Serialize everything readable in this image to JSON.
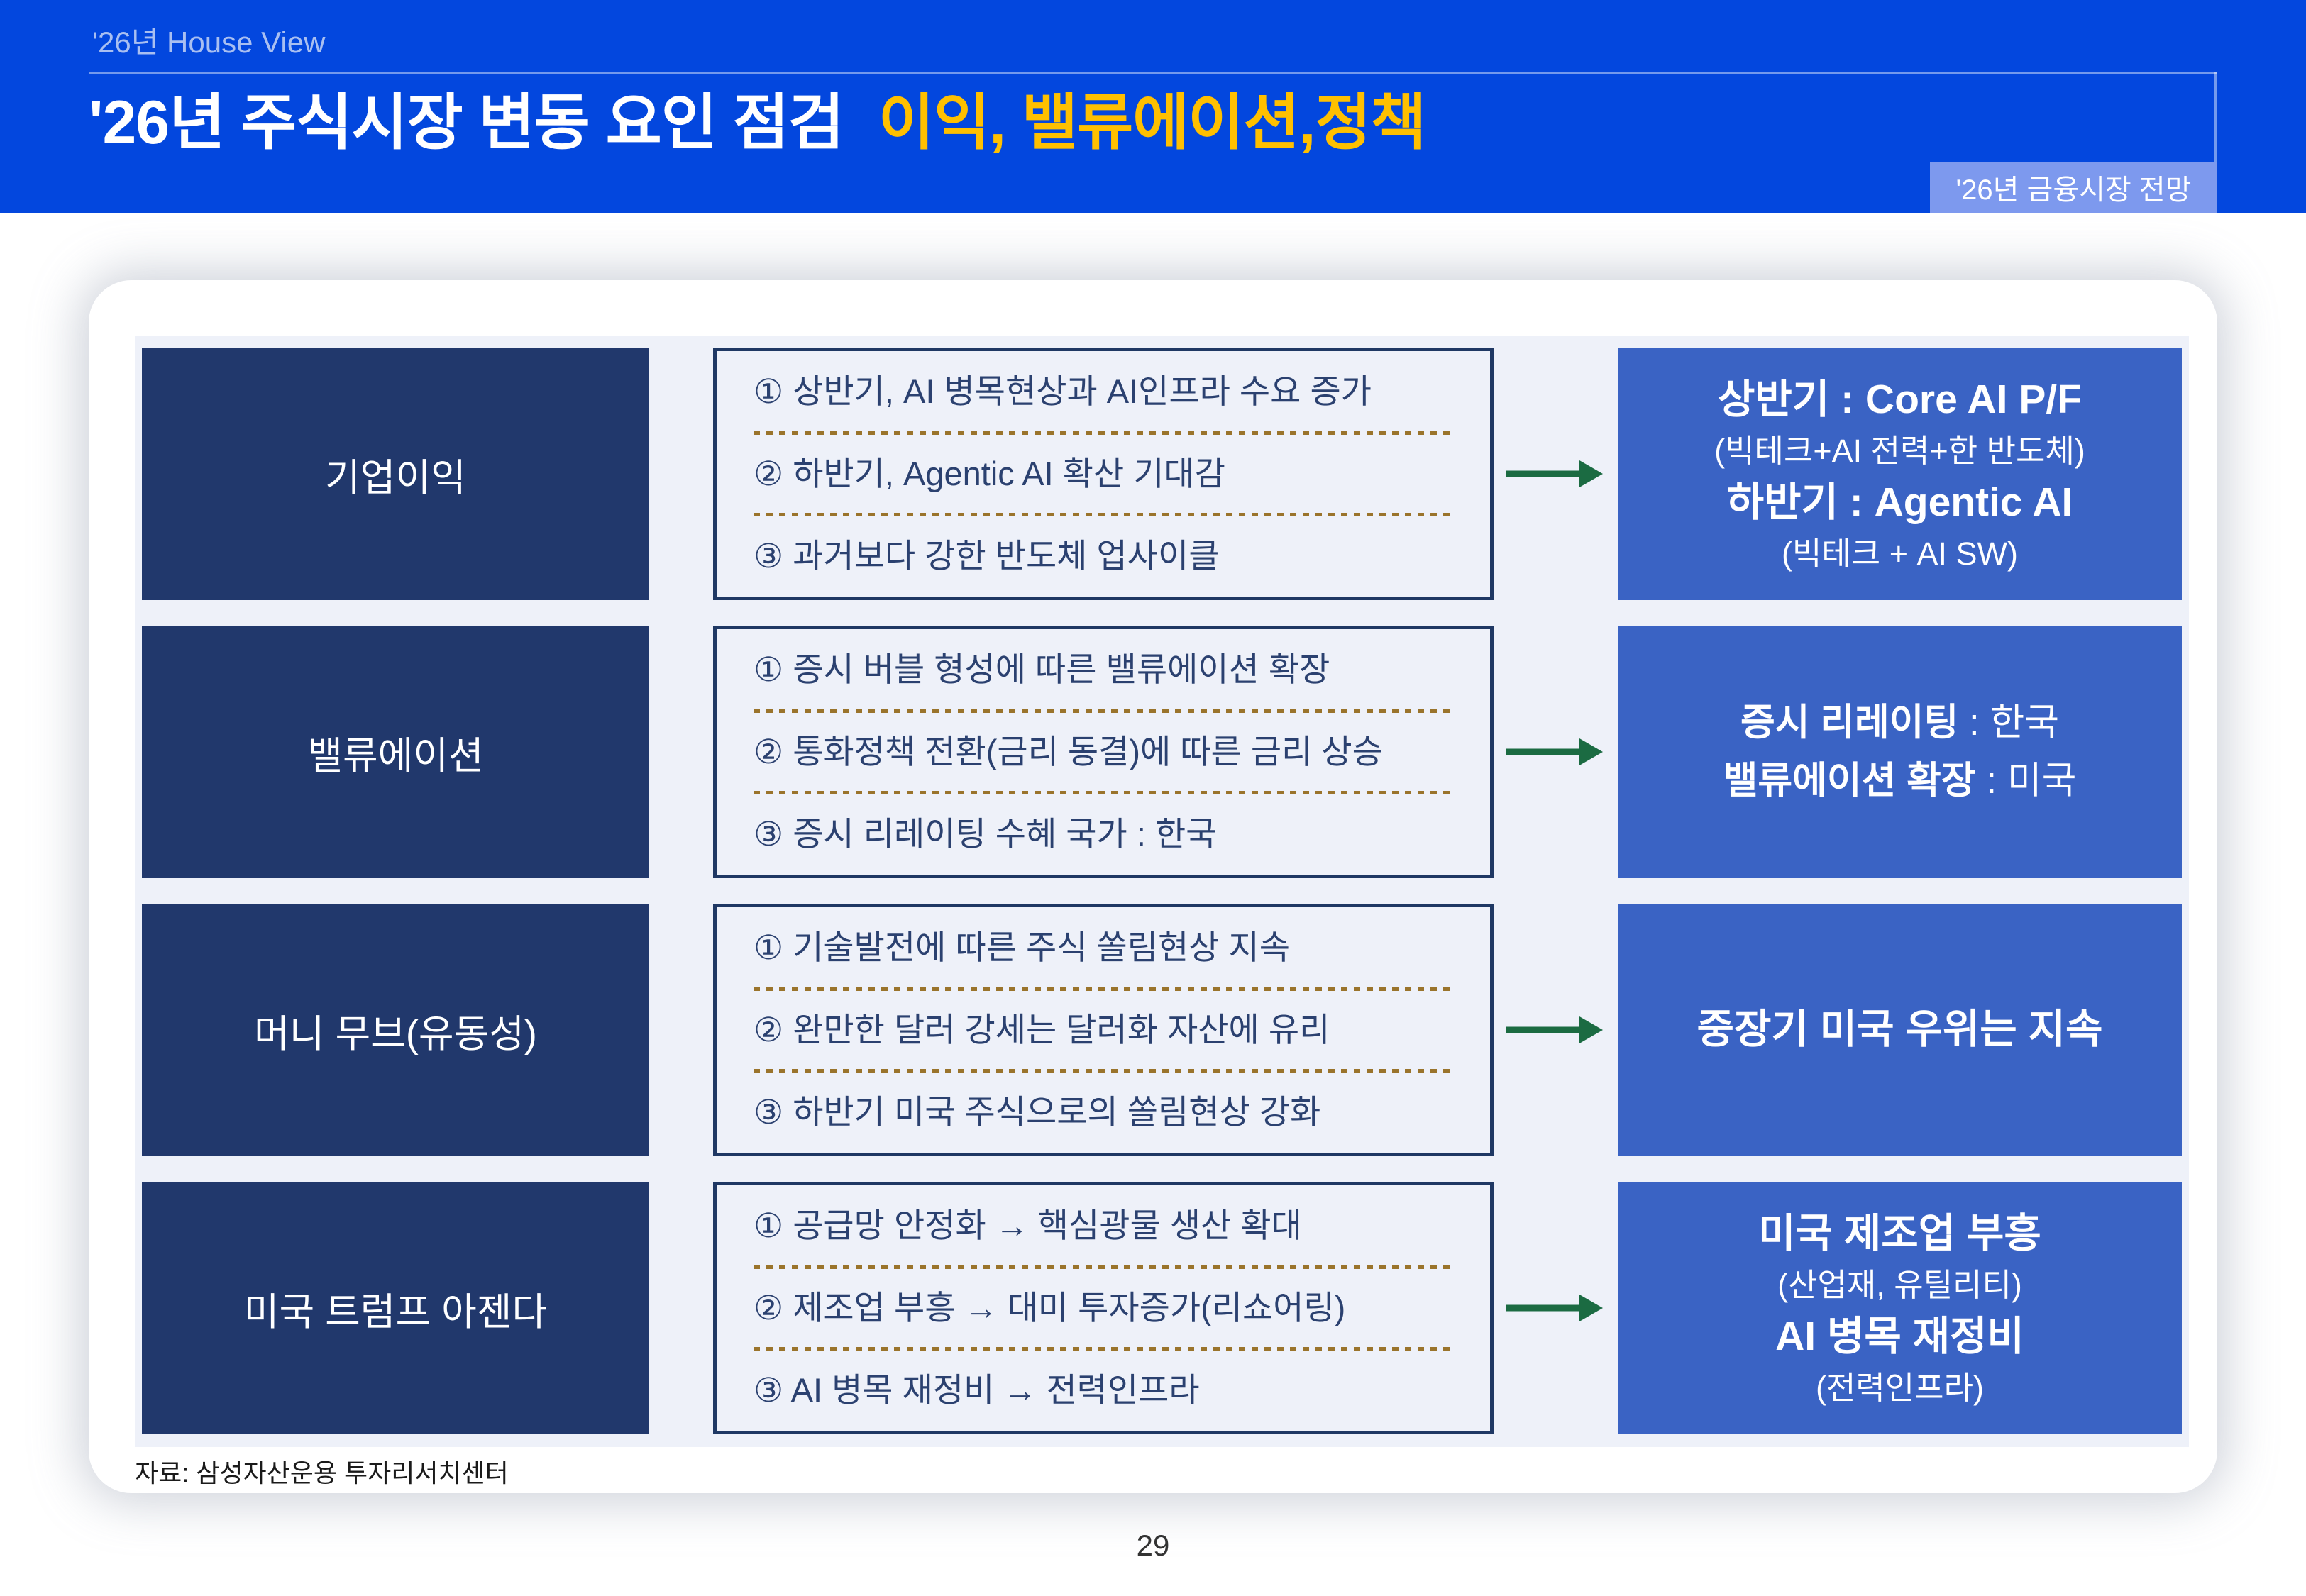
{
  "header": {
    "eyebrow": "'26년 House View",
    "title": "'26년 주식시장 변동 요인 점검",
    "title_accent": "이익, 밸류에이션,정책",
    "badge": "'26년 금융시장 전망"
  },
  "rows": [
    {
      "label": "기업이익",
      "items": [
        "① 상반기, AI 병목현상과 AI인프라 수요 증가",
        "② 하반기, Agentic AI 확산 기대감",
        "③ 과거보다 강한 반도체 업사이클"
      ],
      "result": {
        "line1": "상반기 : Core AI P/F",
        "line2": "(빅테크+AI 전력+한 반도체)",
        "line3": "하반기 : Agentic AI",
        "line4": "(빅테크 + AI SW)"
      }
    },
    {
      "label": "밸류에이션",
      "items": [
        "① 증시 버블 형성에 따른 밸류에이션 확장",
        "② 통화정책 전환(금리 동결)에 따른 금리 상승",
        "③ 증시 리레이팅 수혜 국가 : 한국"
      ],
      "result": {
        "line1_strong": "증시 리레이팅",
        "line1_rest": " : 한국",
        "line2_strong": "밸류에이션 확장",
        "line2_rest": " : 미국"
      }
    },
    {
      "label": "머니 무브(유동성)",
      "items": [
        "① 기술발전에 따른 주식 쏠림현상 지속",
        "② 완만한 달러 강세는 달러화 자산에 유리",
        "③ 하반기 미국 주식으로의 쏠림현상 강화"
      ],
      "result": {
        "line1": "중장기 미국 우위는 지속"
      }
    },
    {
      "label": "미국 트럼프 아젠다",
      "items": [
        "① 공급망 안정화 → 핵심광물 생산 확대",
        "② 제조업 부흥 → 대미 투자증가(리쇼어링)",
        "③ AI 병목 재정비 → 전력인프라"
      ],
      "result": {
        "line1": "미국 제조업 부흥",
        "line2": "(산업재, 유틸리티)",
        "line3": "AI 병목 재정비",
        "line4": "(전력인프라)"
      }
    }
  ],
  "footer": {
    "source": "자료: 삼성자산운용 투자리서치센터"
  },
  "page": {
    "number": "29"
  },
  "colors": {
    "header_bg": "#0347DE",
    "accent_yellow": "#FFC000",
    "badge_bg": "#7D99EE",
    "eyebrow_text": "#A9BFF1",
    "card_bg": "#FFFFFF",
    "panel_bg": "#EEF1F9",
    "label_box_bg": "#21386C",
    "detail_border": "#1F3864",
    "detail_text": "#2B4170",
    "dash_color": "#9A742C",
    "arrow_green": "#1B6B42",
    "result_box_bg": "#3A63C4"
  }
}
